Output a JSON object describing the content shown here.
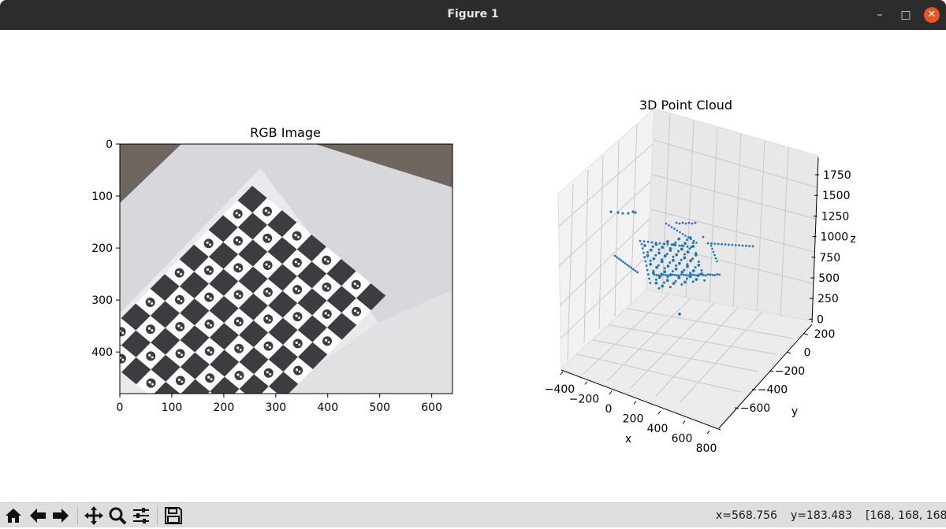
{
  "window": {
    "title": "Figure 1"
  },
  "rgb_panel": {
    "title": "RGB Image",
    "x_ticks": [
      "0",
      "100",
      "200",
      "300",
      "400",
      "500",
      "600"
    ],
    "y_ticks": [
      "0",
      "100",
      "200",
      "300",
      "400"
    ]
  },
  "cloud_panel": {
    "title": "3D Point Cloud",
    "x_label": "x",
    "y_label": "y",
    "z_label": "z",
    "x_ticks": [
      "−400",
      "−200",
      "0",
      "200",
      "400",
      "600",
      "800"
    ],
    "y_ticks": [
      "200",
      "0",
      "−200",
      "−400",
      "−600"
    ],
    "z_ticks": [
      "1750",
      "1500",
      "1250",
      "1000",
      "750",
      "500",
      "250",
      "0"
    ],
    "point_color": "#1f77b4"
  },
  "toolbar": {
    "home_icon": "home-icon",
    "back_icon": "arrow-left-icon",
    "forward_icon": "arrow-right-icon",
    "pan_icon": "move-icon",
    "zoom_icon": "magnifier-icon",
    "configure_icon": "sliders-icon",
    "save_icon": "floppy-disk-icon"
  },
  "status": {
    "x": "x=568.756",
    "y": "y=183.483",
    "pixel": "[168, 168, 168]"
  }
}
